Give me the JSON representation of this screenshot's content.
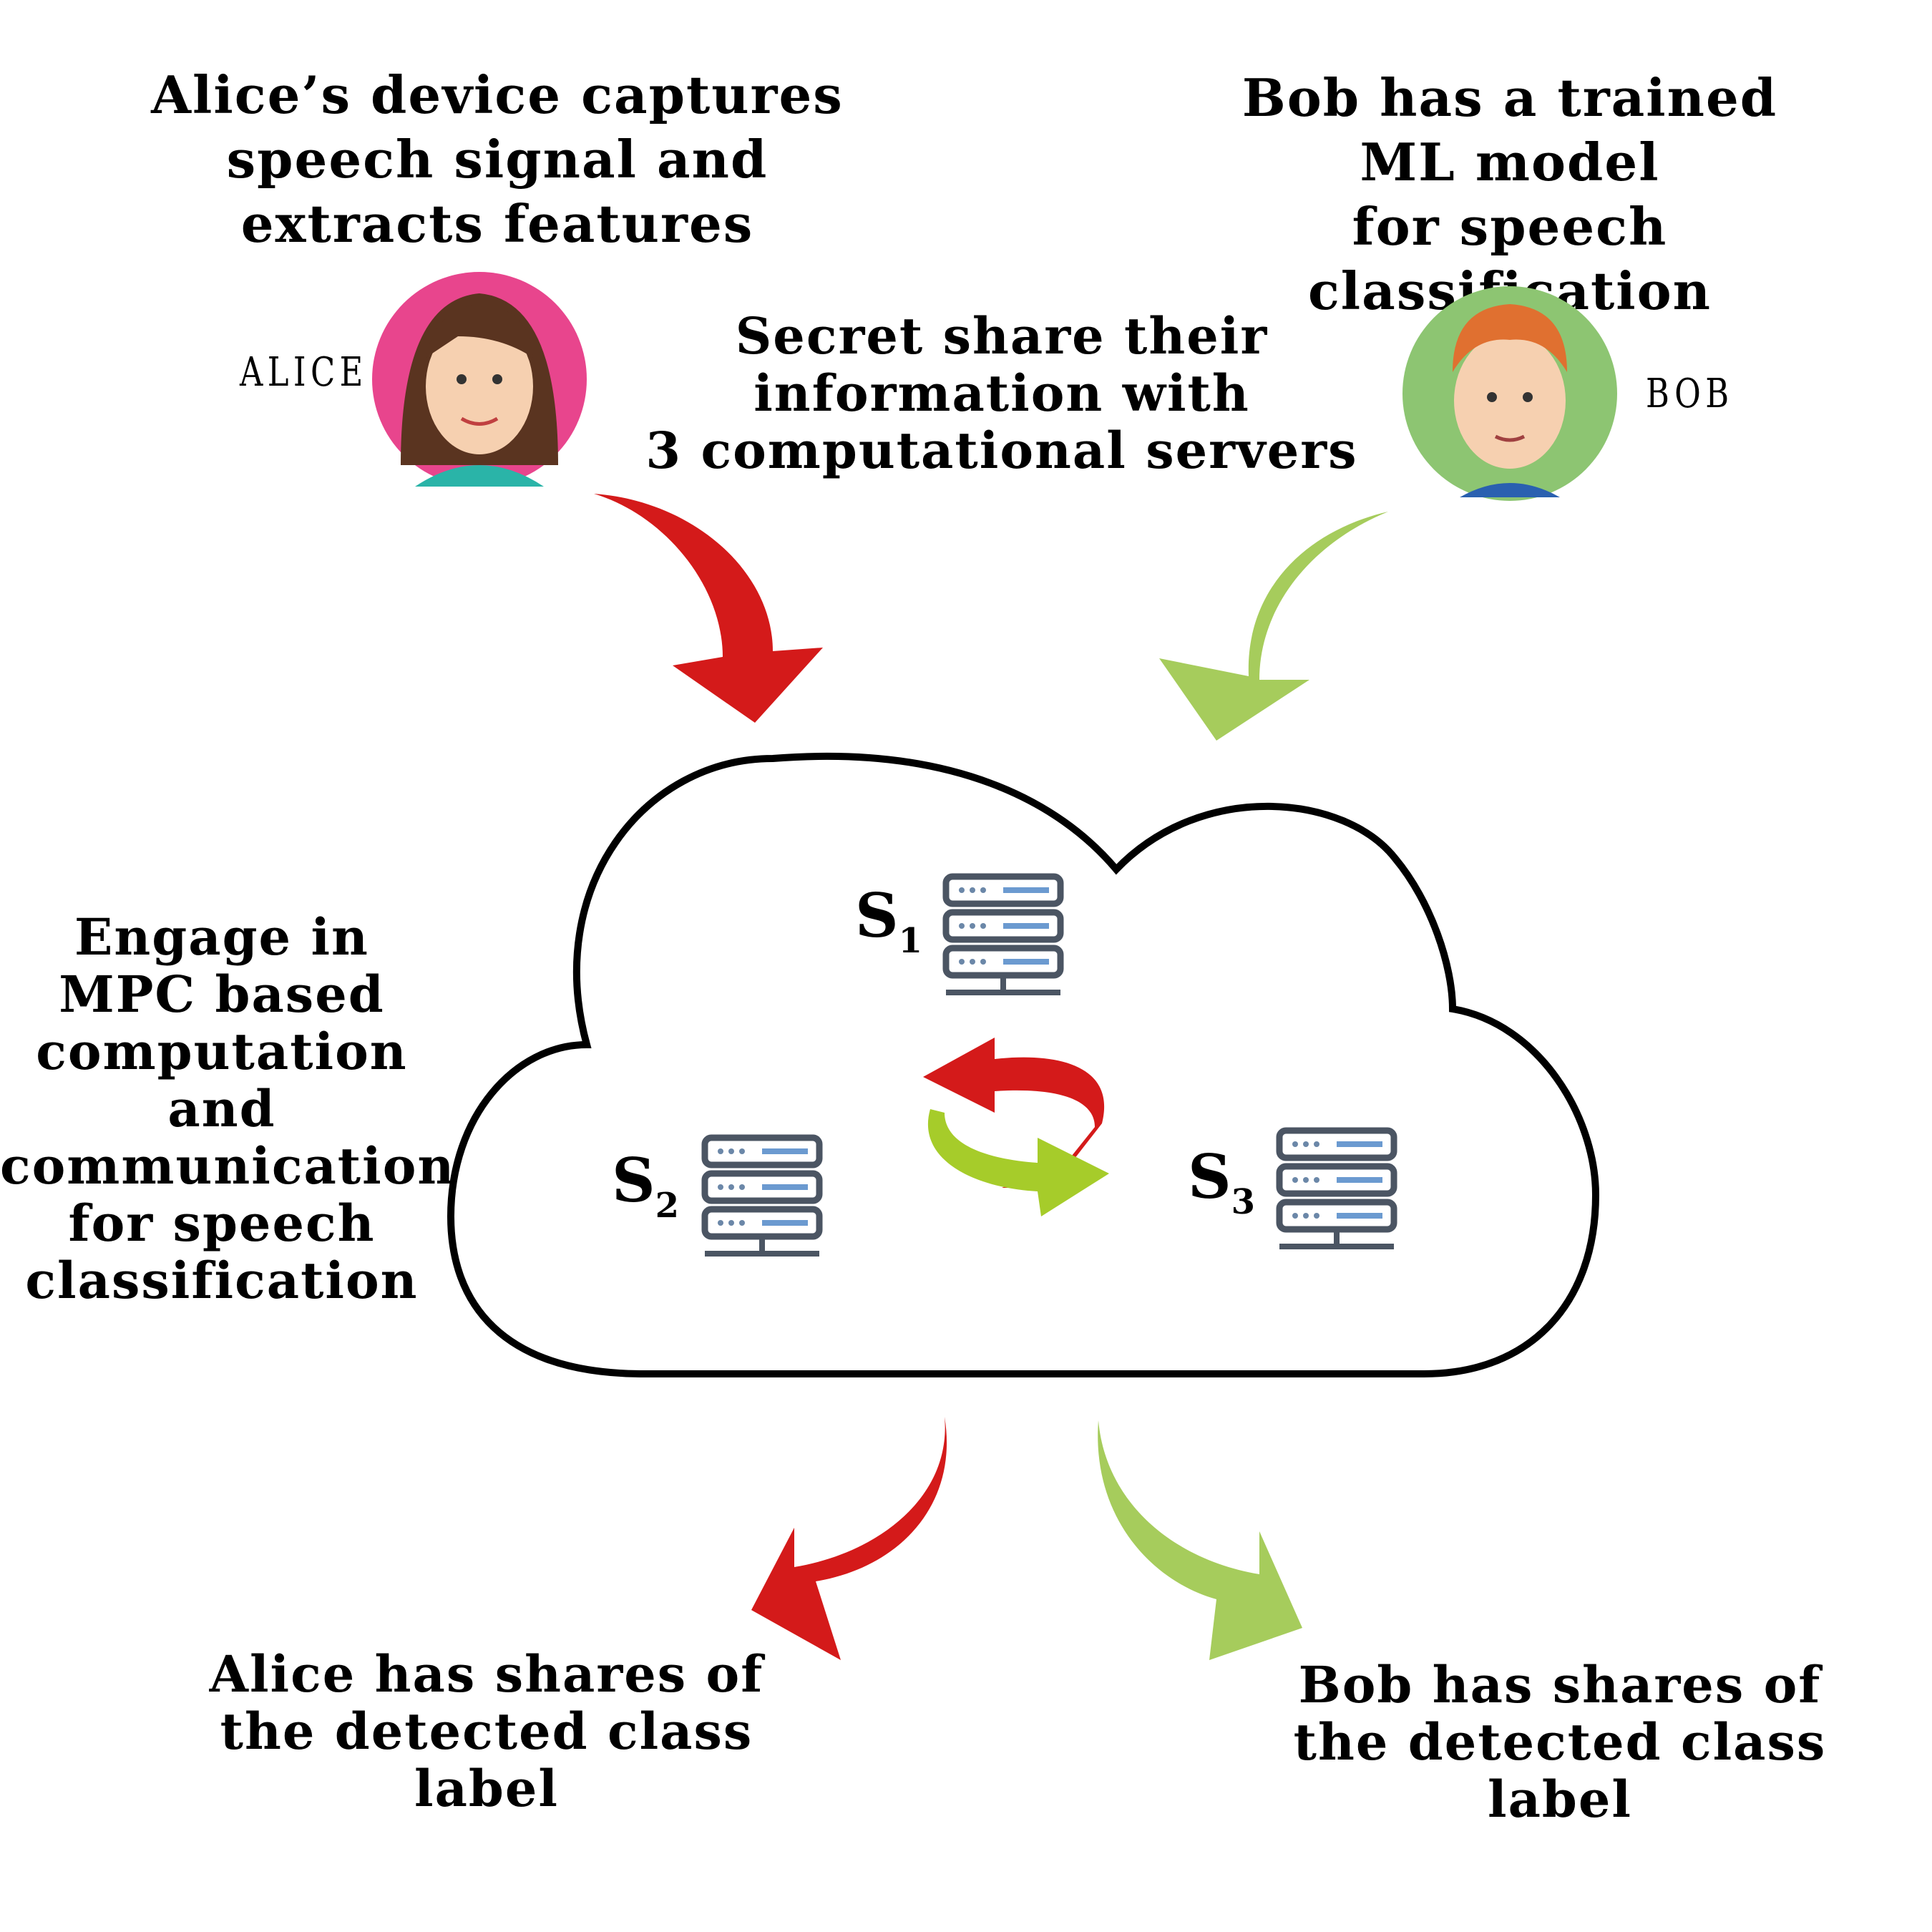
{
  "texts": {
    "alice_top": "Alice’s device captures\nspeech signal and\nextracts features",
    "bob_top": "Bob has a trained\nML model\nfor speech classification",
    "secret_share": "Secret share their\ninformation with\n3 computational servers",
    "engage": "Engage in\nMPC based\ncomputation\nand\ncommunication\nfor speech\nclassification",
    "alice_output": "Alice has shares of\nthe detected class\nlabel",
    "bob_output": "Bob has shares of\nthe detected class\nlabel"
  },
  "avatars": {
    "alice_name": "ALICE",
    "bob_name": "BOB"
  },
  "servers": [
    {
      "letter": "S",
      "index": "1"
    },
    {
      "letter": "S",
      "index": "2"
    },
    {
      "letter": "S",
      "index": "3"
    }
  ],
  "colors": {
    "red_arrow": "#d41a1a",
    "green_arrow": "#a6cc5c",
    "alice_circle": "#e8458d",
    "bob_circle": "#8dc572",
    "server": "#4b5563"
  },
  "icons": [
    "alice-avatar-icon",
    "bob-avatar-icon",
    "server-icon",
    "cycle-arrows-icon",
    "cloud-shape"
  ]
}
